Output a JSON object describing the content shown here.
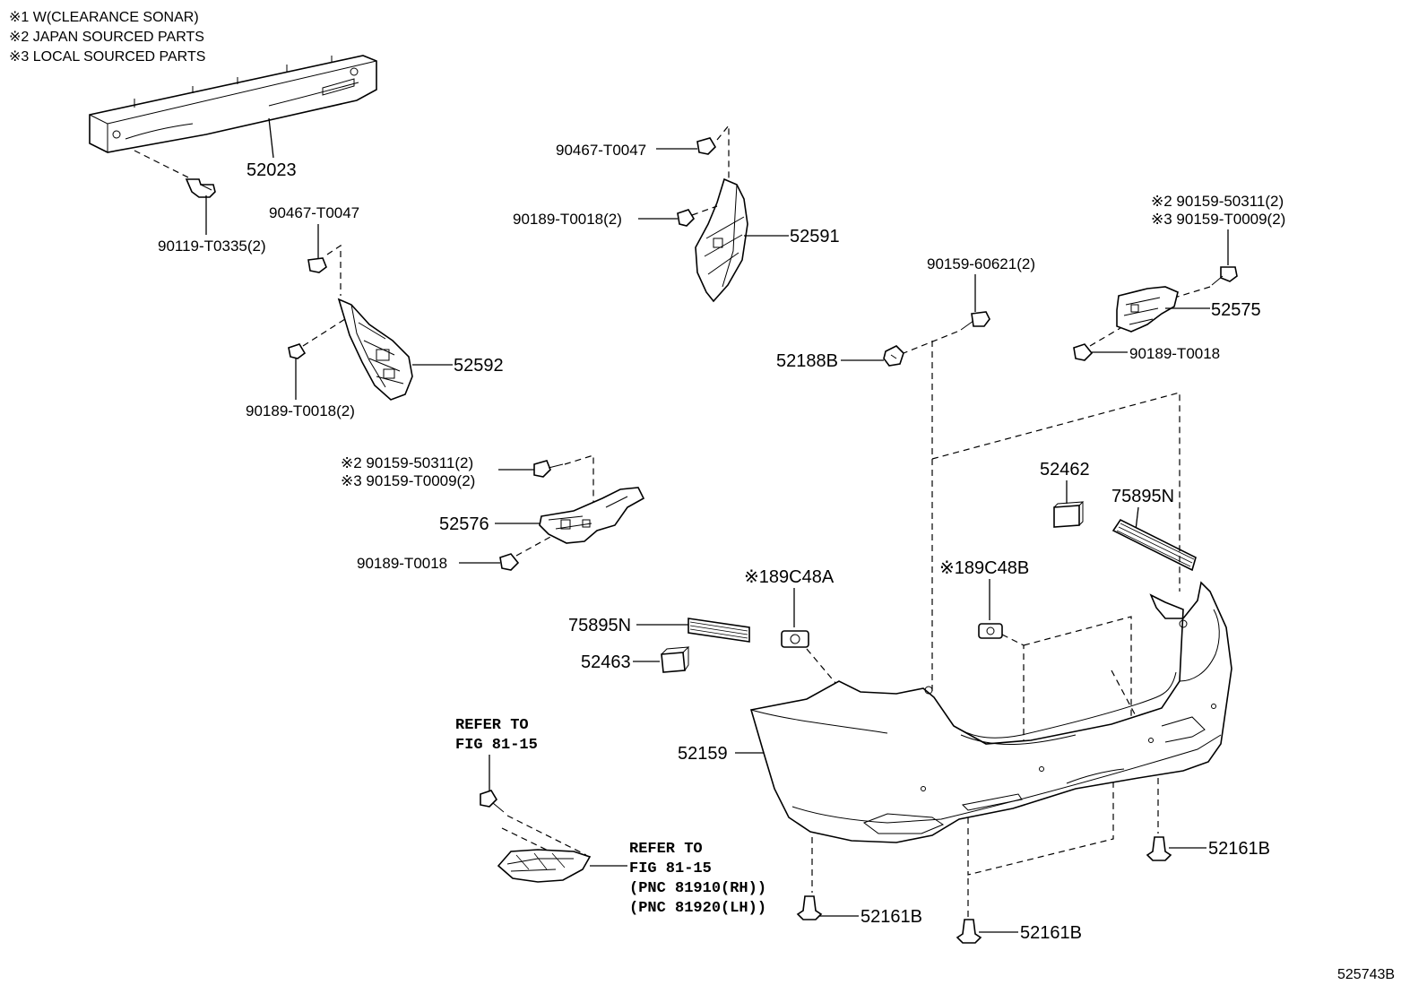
{
  "notes": [
    "※1 W(CLEARANCE SONAR)",
    "※2 JAPAN SOURCED PARTS",
    "※3 LOCAL SOURCED PARTS"
  ],
  "labels": {
    "p52023": "52023",
    "p90119": "90119-T0335(2)",
    "p90467a": "90467-T0047",
    "p90467b": "90467-T0047",
    "p90189a": "90189-T0018(2)",
    "p90189b": "90189-T0018(2)",
    "p52591": "52591",
    "p52592": "52592",
    "p90159_606": "90159-60621(2)",
    "p52188b": "52188B",
    "p52575_j": "※2 90159-50311(2)",
    "p52575_l": "※3 90159-T0009(2)",
    "p52575": "52575",
    "p90189c": "90189-T0018",
    "p52576_j": "※2 90159-50311(2)",
    "p52576_l": "※3 90159-T0009(2)",
    "p52576": "52576",
    "p90189d": "90189-T0018",
    "p52462": "52462",
    "p75895n_r": "75895N",
    "p75895n_l": "75895N",
    "p52463": "52463",
    "p189c48a": "※189C48A",
    "p189c48b": "※189C48B",
    "p52159": "52159",
    "p52161b_1": "52161B",
    "p52161b_2": "52161B",
    "p52161b_3": "52161B",
    "refer_top_1": "REFER TO",
    "refer_top_2": "FIG 81-15",
    "refer_bot_1": "REFER TO",
    "refer_bot_2": "FIG 81-15",
    "refer_bot_3": "(PNC 81910(RH))",
    "refer_bot_4": "(PNC 81920(LH))",
    "figure_id": "525743B"
  }
}
